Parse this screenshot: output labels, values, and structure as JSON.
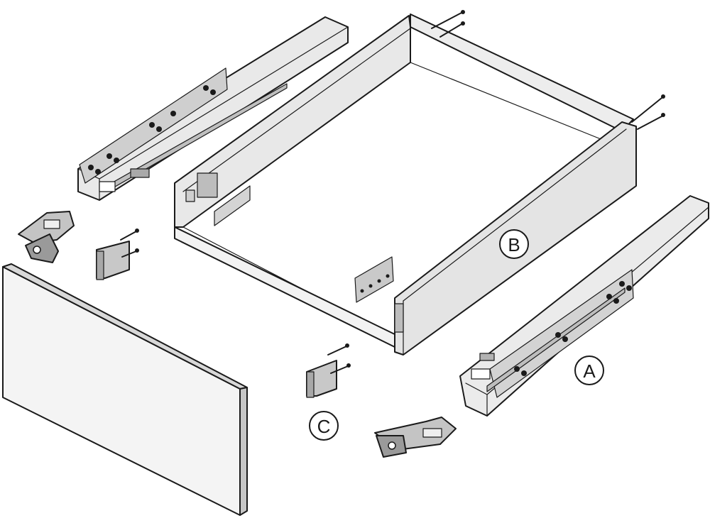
{
  "labels": {
    "a": "A",
    "b": "B",
    "c": "C"
  },
  "colors": {
    "line": "#1a1a1a",
    "panel_light": "#e6e6e6",
    "panel_mid": "#c8c8c8",
    "panel_dark": "#9a9a9a",
    "background": "#ffffff"
  }
}
